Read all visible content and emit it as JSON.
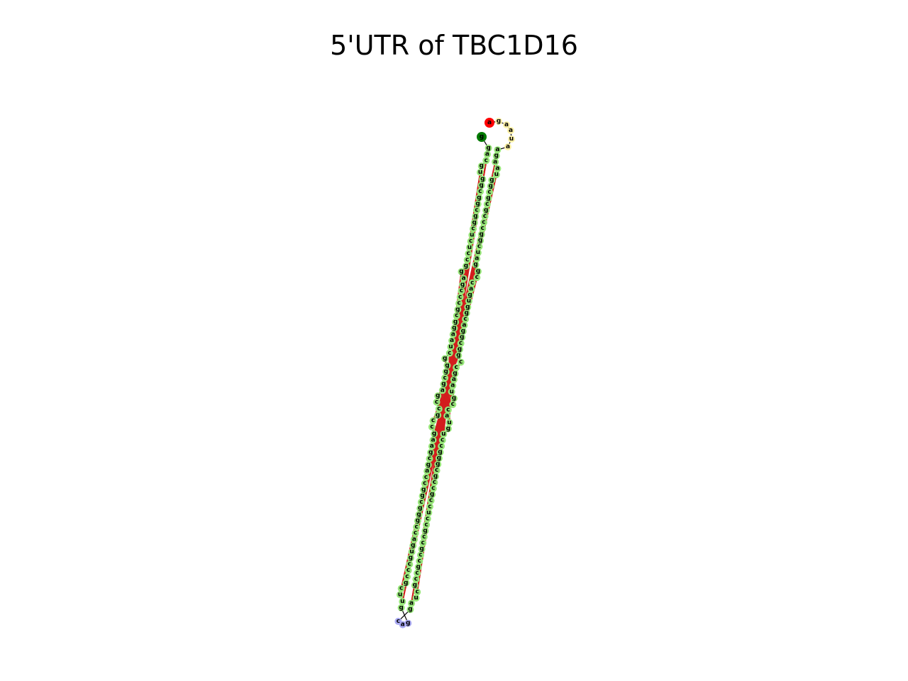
{
  "title": "5'UTR of TBC1D16",
  "colors": {
    "stem": "#98e67a",
    "loop": "#fdf2a8",
    "hairpin": "#a9a9f2",
    "start": "#ff0000",
    "end": "#007a00",
    "pair_bond": "#d21e1e",
    "backbone": "#000000"
  },
  "structure": {
    "five_prime_nucleotide": "g",
    "three_prime_nucleotide": "a",
    "strand_left_5to3": [
      "g",
      "a",
      "c",
      "g",
      "u",
      "g",
      "g",
      "c",
      "g",
      "g",
      "c",
      "g",
      "g",
      "c",
      "u",
      "c",
      "u",
      "c",
      "c",
      "g",
      "g",
      "a",
      "g",
      "c",
      "c",
      "c",
      "g",
      "c",
      "g",
      "g",
      "a",
      "a",
      "u",
      "c",
      "g",
      "g",
      "g",
      "c",
      "g",
      "a",
      "g",
      "c",
      "c",
      "g",
      "c",
      "c",
      "g",
      "a",
      "a",
      "g",
      "c",
      "g",
      "a",
      "c",
      "c",
      "g",
      "g",
      "c",
      "g",
      "g",
      "g",
      "c",
      "c",
      "a",
      "g",
      "u",
      "g",
      "c",
      "c",
      "c",
      "g",
      "c",
      "u",
      "u",
      "g"
    ],
    "hairpin_loop": [
      "g",
      "a",
      "c"
    ],
    "strand_right_5to3": [
      "g",
      "a",
      "u",
      "c",
      "g",
      "c",
      "c",
      "g",
      "c",
      "c",
      "g",
      "c",
      "c",
      "g",
      "c",
      "c",
      "u",
      "c",
      "c",
      "g",
      "c",
      "c",
      "g",
      "c",
      "g",
      "g",
      "g",
      "c",
      "c",
      "u",
      "g",
      "u",
      "a",
      "c",
      "c",
      "g",
      "u",
      "a",
      "a",
      "g",
      "c",
      "c",
      "g",
      "g",
      "c",
      "g",
      "g",
      "a",
      "c",
      "g",
      "g",
      "u",
      "g",
      "a",
      "c",
      "c",
      "g",
      "g",
      "a",
      "u",
      "c",
      "g",
      "g",
      "c",
      "c",
      "c",
      "g",
      "c",
      "g",
      "c",
      "g",
      "g",
      "u",
      "a",
      "a",
      "g",
      "a"
    ]
  }
}
